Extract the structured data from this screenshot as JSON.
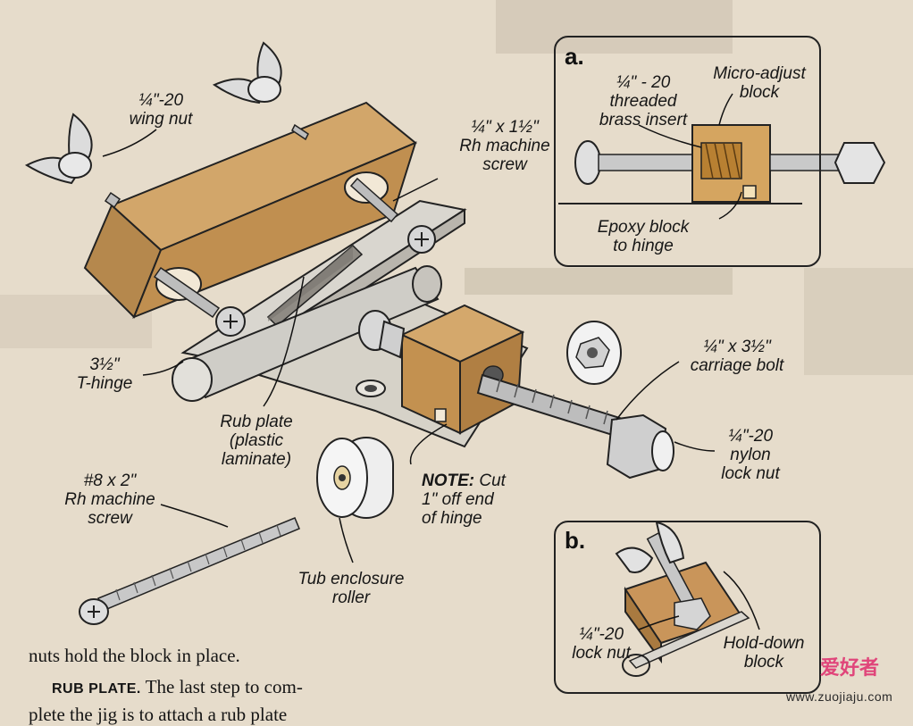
{
  "labels": {
    "wing_nut": [
      "¼\"-20",
      "wing nut"
    ],
    "rh_screw_top": [
      "¼\" x 1½\"",
      "Rh machine",
      "screw"
    ],
    "t_hinge": [
      "3½\"",
      "T-hinge"
    ],
    "rub_plate": [
      "Rub plate",
      "(plastic",
      "laminate)"
    ],
    "carriage_bolt": [
      "¼\" x 3½\"",
      "carriage bolt"
    ],
    "nylon_lock_nut": [
      "¼\"-20",
      "nylon",
      "lock nut"
    ],
    "rh_screw_bottom": [
      "#8 x 2\"",
      "Rh machine",
      "screw"
    ],
    "tub_roller": [
      "Tub enclosure",
      "roller"
    ],
    "note_bold": "NOTE:",
    "note_rest": [
      "Cut",
      "1\" off end",
      "of hinge"
    ]
  },
  "inset_a": {
    "tag": "a.",
    "threaded_insert": [
      "¼\" - 20",
      "threaded",
      "brass insert"
    ],
    "micro_adjust": [
      "Micro-adjust",
      "block"
    ],
    "epoxy": [
      "Epoxy block",
      "to hinge"
    ]
  },
  "inset_b": {
    "tag": "b.",
    "lock_nut": [
      "¼\"-20",
      "lock nut"
    ],
    "hold_down": [
      "Hold-down",
      "block"
    ]
  },
  "body_text": {
    "line1": "nuts hold the block in place.",
    "heading": "RUB PLATE.",
    "line2": "The last step to com-",
    "line3": "plete the jig is to attach a rub plate"
  },
  "watermark": {
    "text": "www.zuojiaju.com",
    "logo": "爱好者"
  },
  "colors": {
    "paper": "#e6dccb",
    "wood": "#c79a5b",
    "wood_dark": "#9a6c34",
    "metal": "#cfcfcf",
    "inset_bg": "#f3e1b9"
  }
}
